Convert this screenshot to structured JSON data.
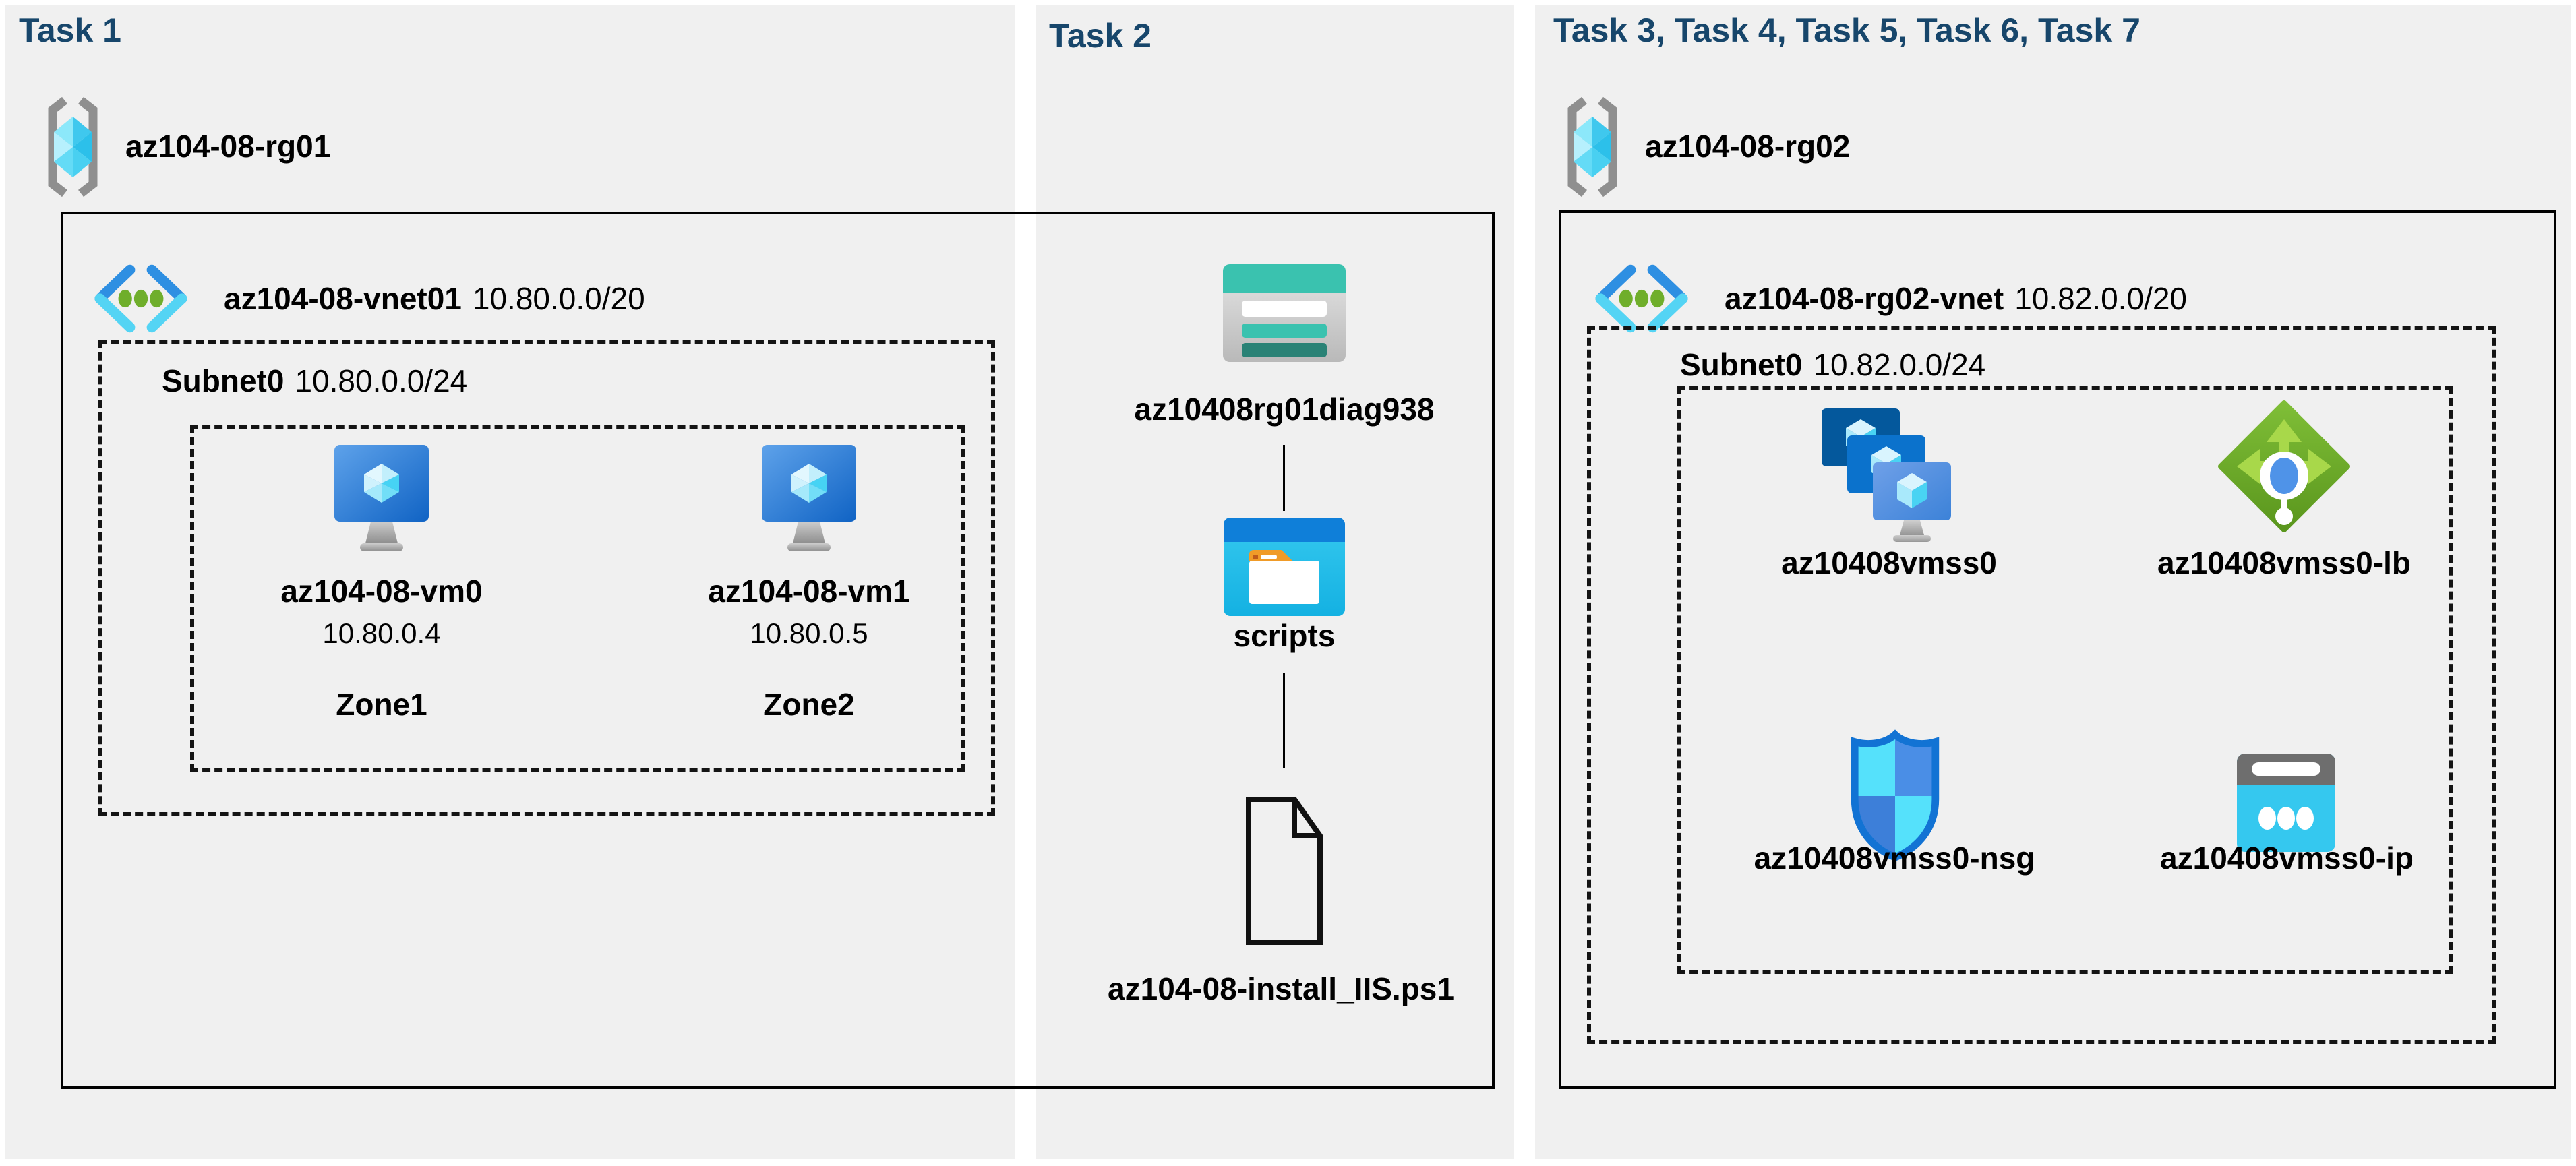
{
  "colors": {
    "page_bg": "#ffffff",
    "panel_bg": "#f0f0f0",
    "title_navy": "#17466b",
    "line_black": "#000000",
    "storage_teal": "#3ac2af",
    "storage_teal_dark": "#2a8276",
    "folder_blue": "#0f7fd9",
    "folder_cyan": "#35c8ef",
    "vnet_dot_green": "#6fae2b",
    "lb_green": "#71b22c",
    "shield_blue": "#1273d4",
    "vm_blue": "#1063c4"
  },
  "panels": [
    {
      "title": "Task 1",
      "resource_group": {
        "name": "az104-08-rg01",
        "icon": "resource-group-icon"
      },
      "vnet": {
        "name": "az104-08-vnet01",
        "cidr": "10.80.0.0/20",
        "icon": "virtual-network-icon"
      },
      "subnet": {
        "name": "Subnet0",
        "cidr": "10.80.0.0/24"
      },
      "vms": [
        {
          "name": "az104-08-vm0",
          "ip": "10.80.0.4",
          "zone": "Zone1",
          "icon": "virtual-machine-icon"
        },
        {
          "name": "az104-08-vm1",
          "ip": "10.80.0.5",
          "zone": "Zone2",
          "icon": "virtual-machine-icon"
        }
      ]
    },
    {
      "title": "Task 2",
      "chain": [
        {
          "name": "az10408rg01diag938",
          "icon": "storage-account-icon"
        },
        {
          "name": "scripts",
          "icon": "folder-icon"
        },
        {
          "name": "az104-08-install_IIS.ps1",
          "icon": "file-icon"
        }
      ]
    },
    {
      "title": "Task 3, Task 4, Task 5, Task 6, Task 7",
      "resource_group": {
        "name": "az104-08-rg02",
        "icon": "resource-group-icon"
      },
      "vnet": {
        "name": "az104-08-rg02-vnet",
        "cidr": "10.82.0.0/20",
        "icon": "virtual-network-icon"
      },
      "subnet": {
        "name": "Subnet0",
        "cidr": "10.82.0.0/24"
      },
      "resources": [
        {
          "name": "az10408vmss0",
          "icon": "vm-scale-set-icon"
        },
        {
          "name": "az10408vmss0-lb",
          "icon": "load-balancer-icon"
        },
        {
          "name": "az10408vmss0-nsg",
          "icon": "network-security-group-icon"
        },
        {
          "name": "az10408vmss0-ip",
          "icon": "public-ip-icon"
        }
      ]
    }
  ]
}
